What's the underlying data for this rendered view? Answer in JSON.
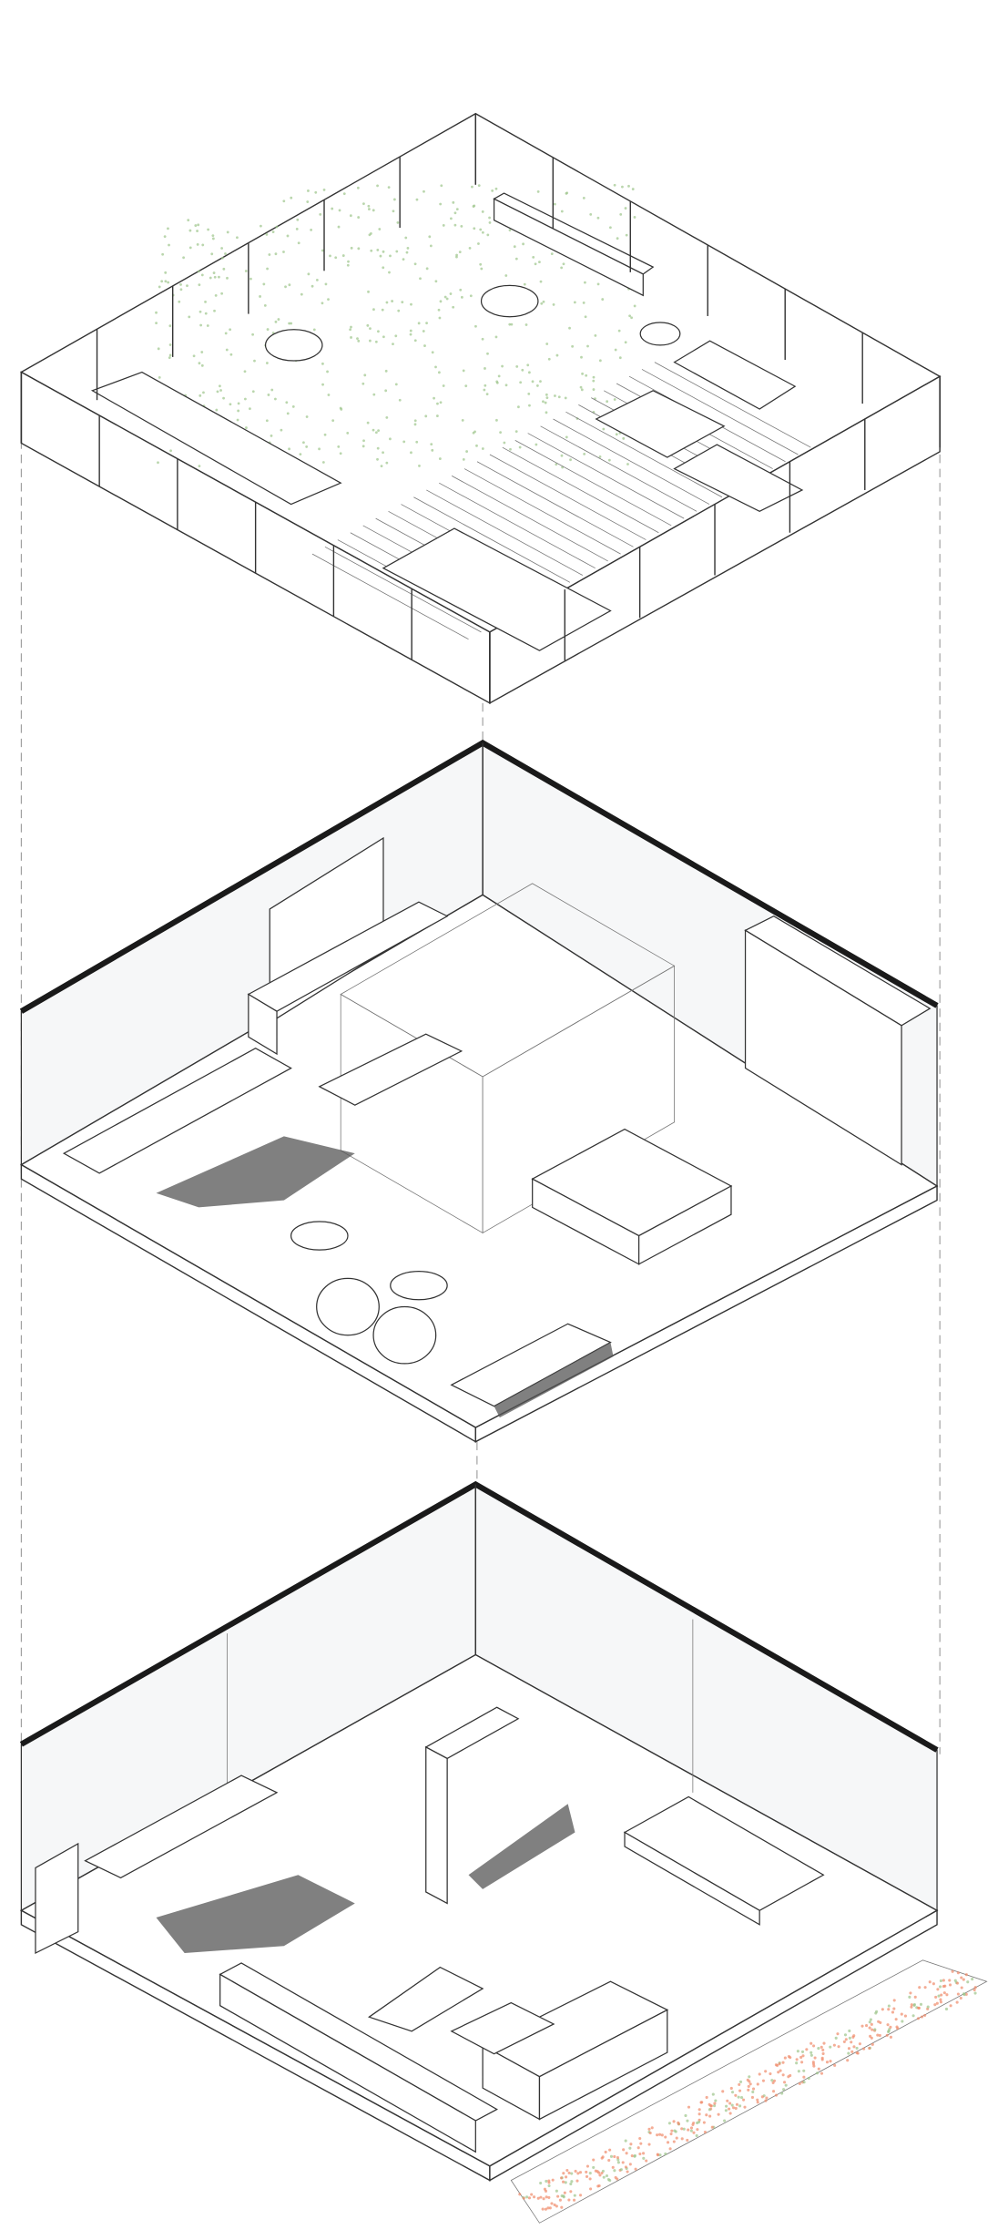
{
  "drawing": {
    "type": "exploded axonometric",
    "levels": [
      "roof-terrace",
      "upper-floor",
      "ground-floor"
    ],
    "colors": {
      "line": "#333333",
      "wall_outline": "#1a1a1a",
      "vegetation": "#9cc58a",
      "flowers": "#f08a6a",
      "shadow": "#555555"
    }
  }
}
